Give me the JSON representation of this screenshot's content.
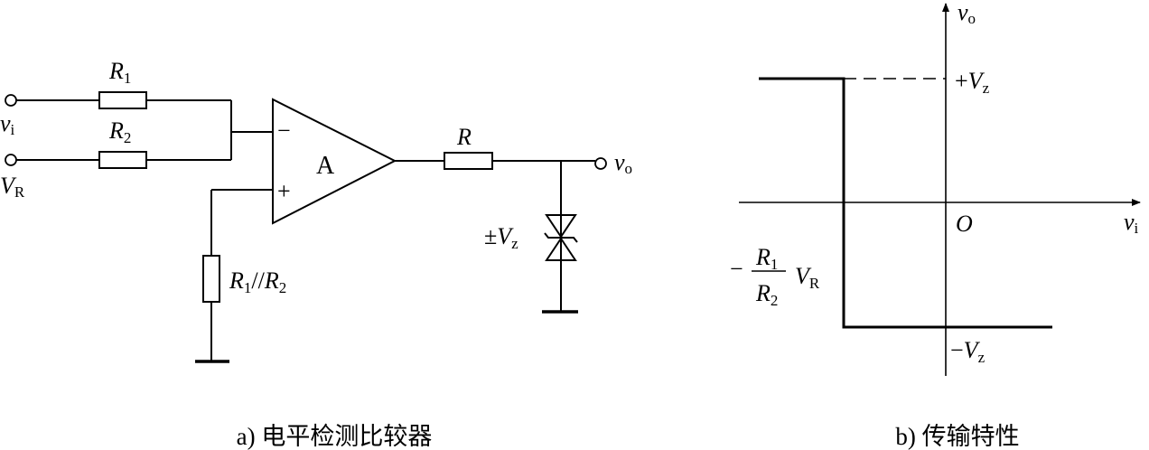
{
  "circuit": {
    "input_vi": {
      "main": "v",
      "sub": "i"
    },
    "input_vr": {
      "main": "V",
      "sub": "R"
    },
    "r1": {
      "main": "R",
      "sub": "1"
    },
    "r2": {
      "main": "R",
      "sub": "2"
    },
    "minus_sign": "−",
    "plus_sign": "+",
    "opamp": "A",
    "r_out": "R",
    "output_vo": {
      "main": "v",
      "sub": "o"
    },
    "zener": {
      "prefix": "±",
      "main": "V",
      "sub": "z"
    },
    "r_par": {
      "r1": "R",
      "r1_sub": "1",
      "sep": "//",
      "r2": "R",
      "r2_sub": "2"
    },
    "caption": "a) 电平检测比较器"
  },
  "transfer": {
    "y_axis": {
      "main": "v",
      "sub": "o"
    },
    "x_axis": {
      "main": "v",
      "sub": "i"
    },
    "origin": "O",
    "plus_vz": {
      "prefix": "+",
      "main": "V",
      "sub": "z"
    },
    "minus_vz": {
      "prefix": "−",
      "main": "V",
      "sub": "z"
    },
    "threshold": {
      "minus": "−",
      "num": "R",
      "num_sub": "1",
      "den": "R",
      "den_sub": "2",
      "v": "V",
      "v_sub": "R"
    },
    "caption": "b) 传输特性"
  }
}
